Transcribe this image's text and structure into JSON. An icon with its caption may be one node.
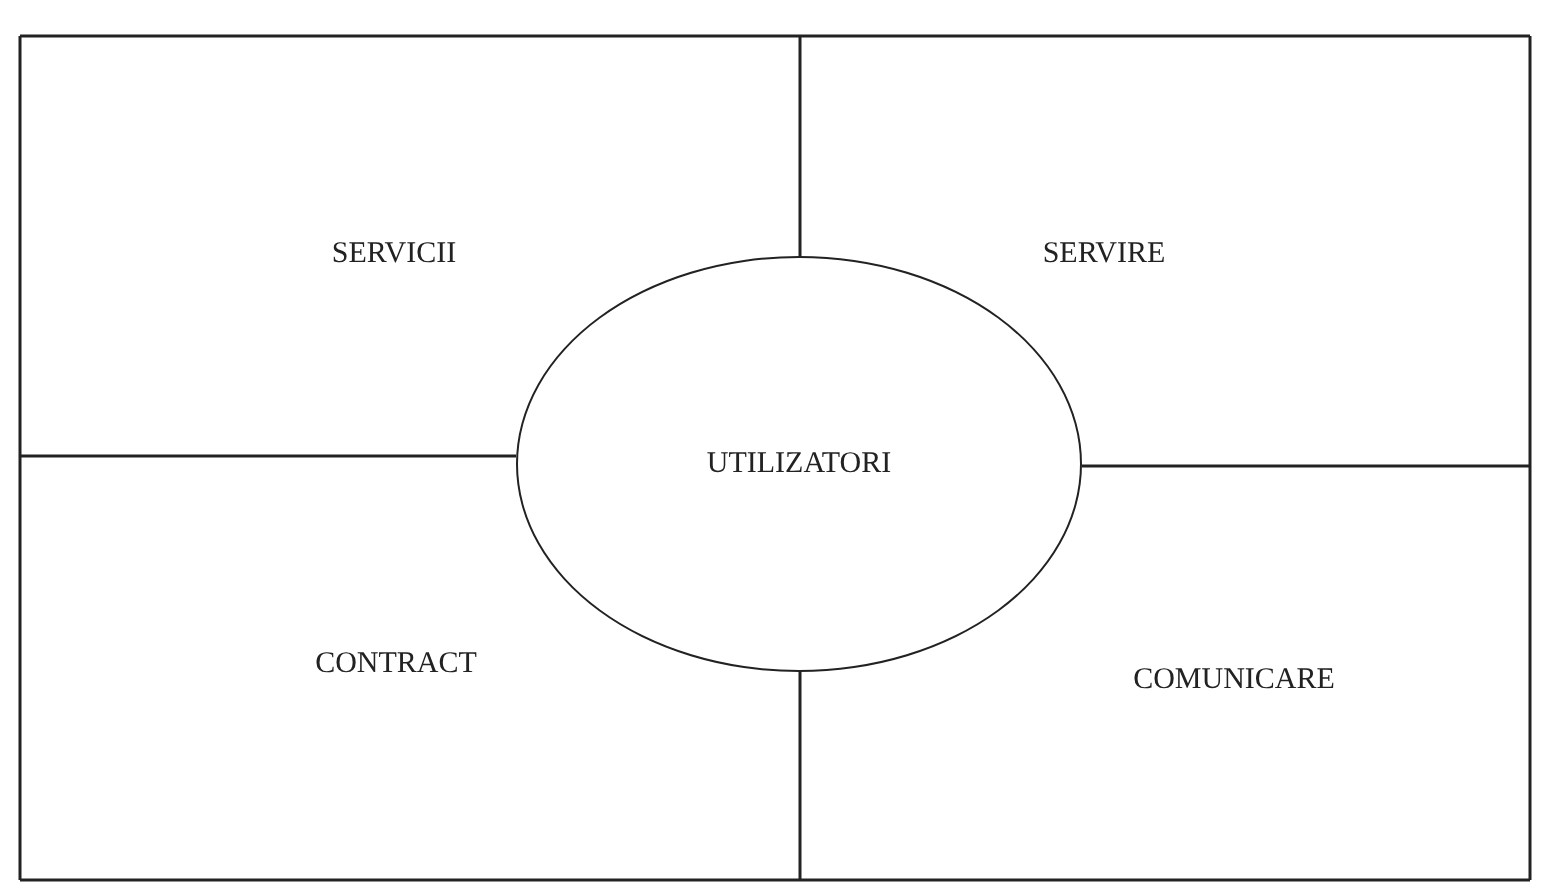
{
  "diagram": {
    "nodes": [
      {
        "text": [
          "SERVICII"
        ]
      },
      {
        "text": [
          "SERVIRE"
        ]
      },
      {
        "text": [
          "UTILIZATORI"
        ]
      },
      {
        "text": [
          "CONTRACT"
        ]
      },
      {
        "text": [
          "COMUNICARE"
        ]
      }
    ]
  }
}
